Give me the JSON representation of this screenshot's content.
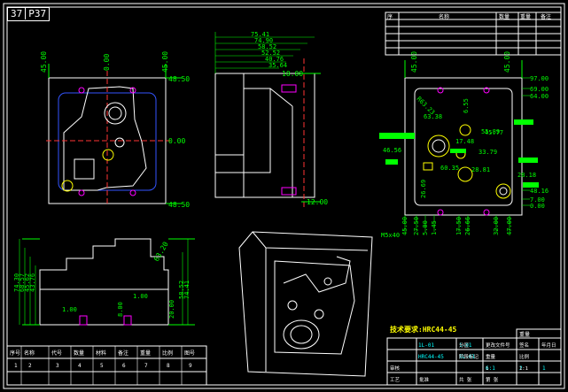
{
  "sheet": {
    "number": "37",
    "code": "P37"
  },
  "colors": {
    "background": "#000000",
    "outline": "#ffffff",
    "dimension": "#00ff00",
    "center": "#ff3333",
    "hidden": "#3355ff",
    "hole": "#ffff00",
    "marker": "#ff00ff",
    "cyan": "#00ffff"
  },
  "top_left_view": {
    "dims": {
      "left": "45.00",
      "mid": "0.00",
      "right": "45.00",
      "r_top": "48.50",
      "r_mid": "0.00",
      "r_bot": "48.50"
    }
  },
  "side_view": {
    "dims": [
      "75.41",
      "74.90",
      "58.52",
      "52.52",
      "40.76",
      "35.64"
    ],
    "right_top": "10.00",
    "right_bot": "12.00"
  },
  "bottom_view": {
    "left_dims": [
      "74.30",
      "68.57",
      "45.62",
      "43.76"
    ],
    "right_dims": [
      "74.41",
      "58.52"
    ],
    "right_label": "63.20",
    "inner": [
      "1.00",
      "1.00",
      "8.00",
      "20.00"
    ]
  },
  "cavity_view": {
    "top_left": "45.00",
    "top_right": "45.00",
    "right": [
      "97.00",
      "69.00",
      "64.00",
      "48.16",
      "7.00",
      "0.00"
    ],
    "bottom": [
      "45.00",
      "27.50",
      "5.00",
      "1.45",
      "17.50",
      "26.66",
      "32.00",
      "47.00"
    ],
    "notes": [
      "R63.23",
      "63.38",
      "6.55",
      "45.77",
      "17.48",
      "55.89",
      "33.79",
      "60.35",
      "28.81",
      "28.18",
      "46.56",
      "26.69",
      "M5x40"
    ]
  },
  "hardness_note": "技术要求:HRC44-45",
  "title_block_left": {
    "headers": [
      "序号",
      "名称",
      "代号",
      "数量",
      "材料",
      "备注",
      "重量",
      "比例",
      "图号"
    ],
    "cells": [
      "1",
      "2",
      "3",
      "4",
      "5",
      "6",
      "7",
      "8",
      "9"
    ]
  },
  "title_block_right": {
    "rows": [
      [
        "标记",
        "处数",
        "分区",
        "更改文件号",
        "签名",
        "年月日"
      ],
      [
        "设计",
        "标准化",
        "阶段标记",
        "重量",
        "比例"
      ],
      [
        "审核",
        "",
        "",
        "1",
        "1:1"
      ],
      [
        "工艺",
        "批准",
        "共 张",
        "第 张"
      ]
    ],
    "labels": [
      "1L-01",
      "1-01",
      "SL-01",
      "HRC44-45",
      "6:1",
      "2",
      "1"
    ]
  },
  "top_right_table": {
    "cols": [
      "序",
      "名称",
      "数量",
      "重量",
      "备注"
    ]
  }
}
